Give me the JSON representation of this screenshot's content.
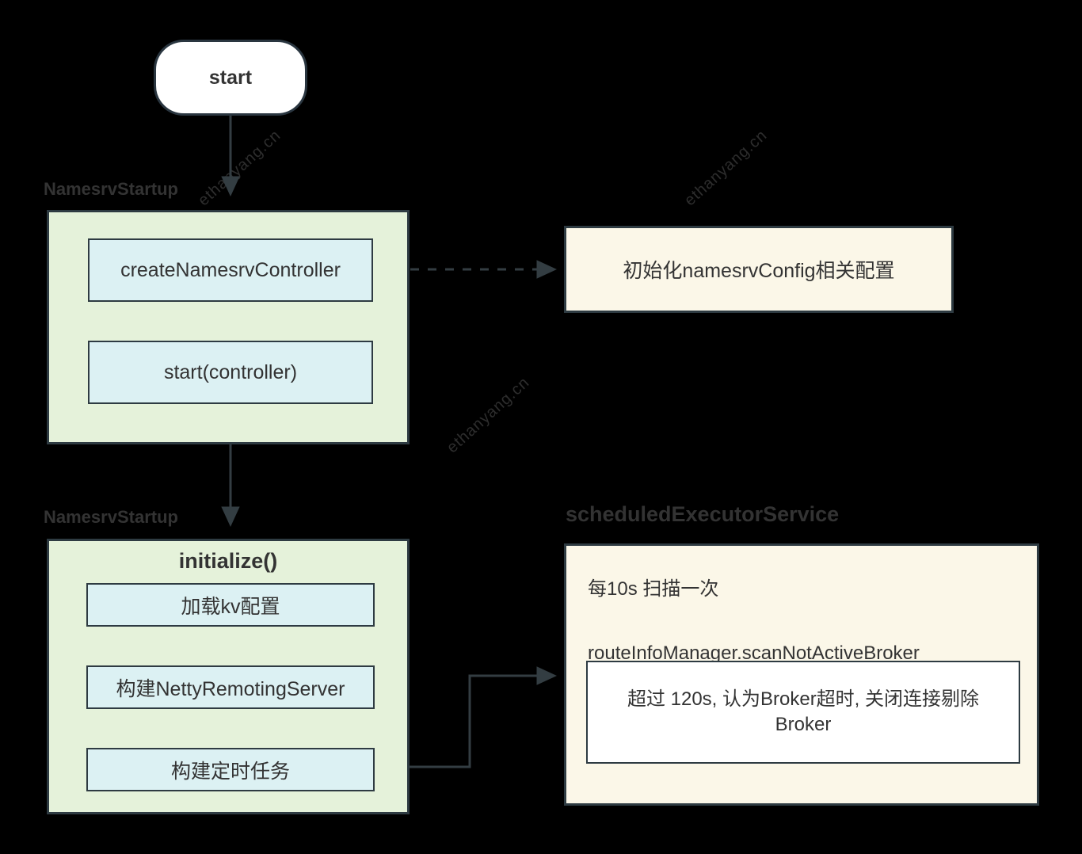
{
  "diagram": {
    "type": "flowchart",
    "background_color": "#000000",
    "watermark_text": "ethanyang.cn",
    "palette": {
      "group_fill": "#e5f2da",
      "process_fill": "#dcf1f3",
      "note_fill": "#fbf7e8",
      "inner_fill": "#ffffff",
      "stroke": "#2e3b42",
      "text": "#333333"
    },
    "start_node": {
      "label": "start"
    },
    "groups": [
      {
        "id": "namesrv-startup-1",
        "label": "NamesrvStartup",
        "title": "",
        "steps": [
          {
            "label": "createNamesrvController"
          },
          {
            "label": "start(controller)"
          }
        ]
      },
      {
        "id": "namesrv-startup-2",
        "label": "NamesrvStartup",
        "title": "initialize()",
        "steps": [
          {
            "label": "加载kv配置"
          },
          {
            "label": "构建NettyRemotingServer"
          },
          {
            "label": "构建定时任务"
          }
        ]
      }
    ],
    "notes": [
      {
        "id": "namesrv-config-note",
        "text": "初始化namesrvConfig相关配置"
      }
    ],
    "scheduled_group": {
      "label": "scheduledExecutorService",
      "lines": [
        "每10s 扫描一次",
        "routeInfoManager.scanNotActiveBroker"
      ],
      "inner_note": "超过 120s, 认为Broker超时, 关闭连接剔除 Broker"
    },
    "edges": [
      {
        "id": "start-to-group1",
        "style": "solid",
        "arrow": true
      },
      {
        "id": "group1-to-group2",
        "style": "solid",
        "arrow": true
      },
      {
        "id": "createcontroller-to-note",
        "style": "dashed",
        "arrow": true
      },
      {
        "id": "timer-to-scheduled",
        "style": "solid",
        "arrow": true
      }
    ]
  }
}
